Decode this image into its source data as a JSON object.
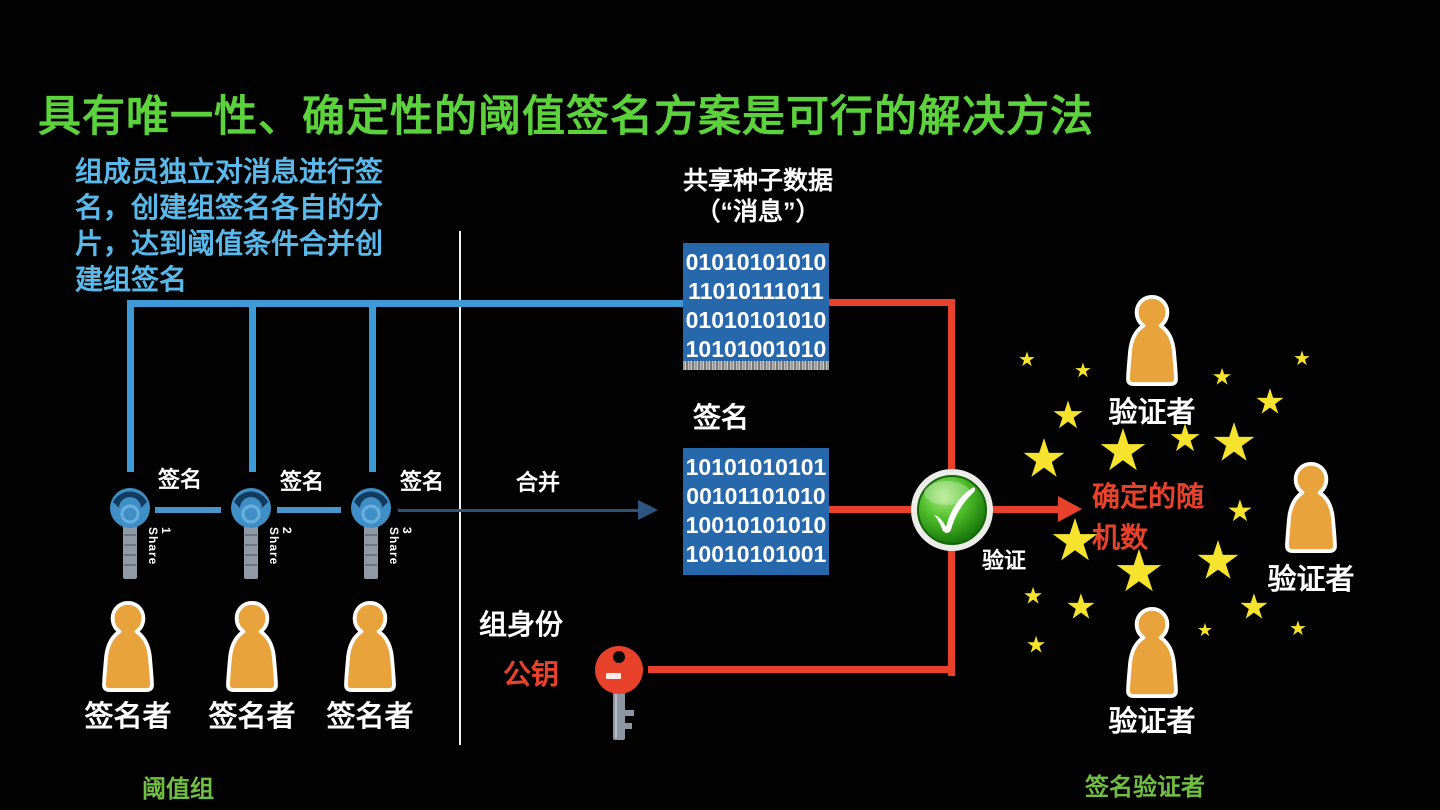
{
  "title": "具有唯一性、确定性的阈值签名方案是可行的解决方法",
  "left_panel": {
    "description": "组成员独立对消息进行签名，创建组签名各自的分片，达到阈值条件合并创建组签名",
    "keys": [
      {
        "sign_label": "签名",
        "share_line1": "Share",
        "share_line2": "1"
      },
      {
        "sign_label": "签名",
        "share_line1": "Share",
        "share_line2": "2"
      },
      {
        "sign_label": "签名",
        "share_line1": "Share",
        "share_line2": "3"
      }
    ],
    "signers": [
      "签名者",
      "签名者",
      "签名者"
    ],
    "group_label": "阈值组"
  },
  "center_panel": {
    "seed_heading_line1": "共享种子数据",
    "seed_heading_line2": "（“消息”）",
    "seed_binary": [
      "01010101010",
      "11010111011",
      "01010101010",
      "10101001010"
    ],
    "merge_label": "合并",
    "signature_heading": "签名",
    "signature_binary": [
      "10101010101",
      "00101101010",
      "10010101010",
      "10010101001"
    ],
    "group_identity_label": "组身份",
    "public_key_label": "公钥"
  },
  "right_panel": {
    "verify_label": "验证",
    "result_line1": "确定的随",
    "result_line2": "机数",
    "verifiers": [
      "验证者",
      "验证者",
      "验证者"
    ],
    "group_label": "签名验证者",
    "stars": [
      [
        1027,
        360,
        16
      ],
      [
        1083,
        371,
        16
      ],
      [
        1222,
        377,
        18
      ],
      [
        1302,
        359,
        16
      ],
      [
        1068,
        416,
        30
      ],
      [
        1270,
        402,
        28
      ],
      [
        1044,
        459,
        42
      ],
      [
        1123,
        451,
        46
      ],
      [
        1185,
        439,
        30
      ],
      [
        1234,
        443,
        42
      ],
      [
        1240,
        512,
        24
      ],
      [
        1075,
        541,
        46
      ],
      [
        1139,
        572,
        46
      ],
      [
        1218,
        561,
        42
      ],
      [
        1033,
        596,
        18
      ],
      [
        1081,
        607,
        28
      ],
      [
        1254,
        607,
        28
      ],
      [
        1298,
        629,
        16
      ],
      [
        1036,
        645,
        18
      ],
      [
        1205,
        630,
        14
      ]
    ]
  },
  "colors": {
    "title_green": "#5CD23C",
    "label_green": "#72BE44",
    "text_blue": "#5AB8EA",
    "box_blue": "#2767AC",
    "line_blue": "#3D9AD6",
    "red": "#E9422C",
    "orange": "#E8A33D",
    "star_yellow": "#F6E32E"
  }
}
